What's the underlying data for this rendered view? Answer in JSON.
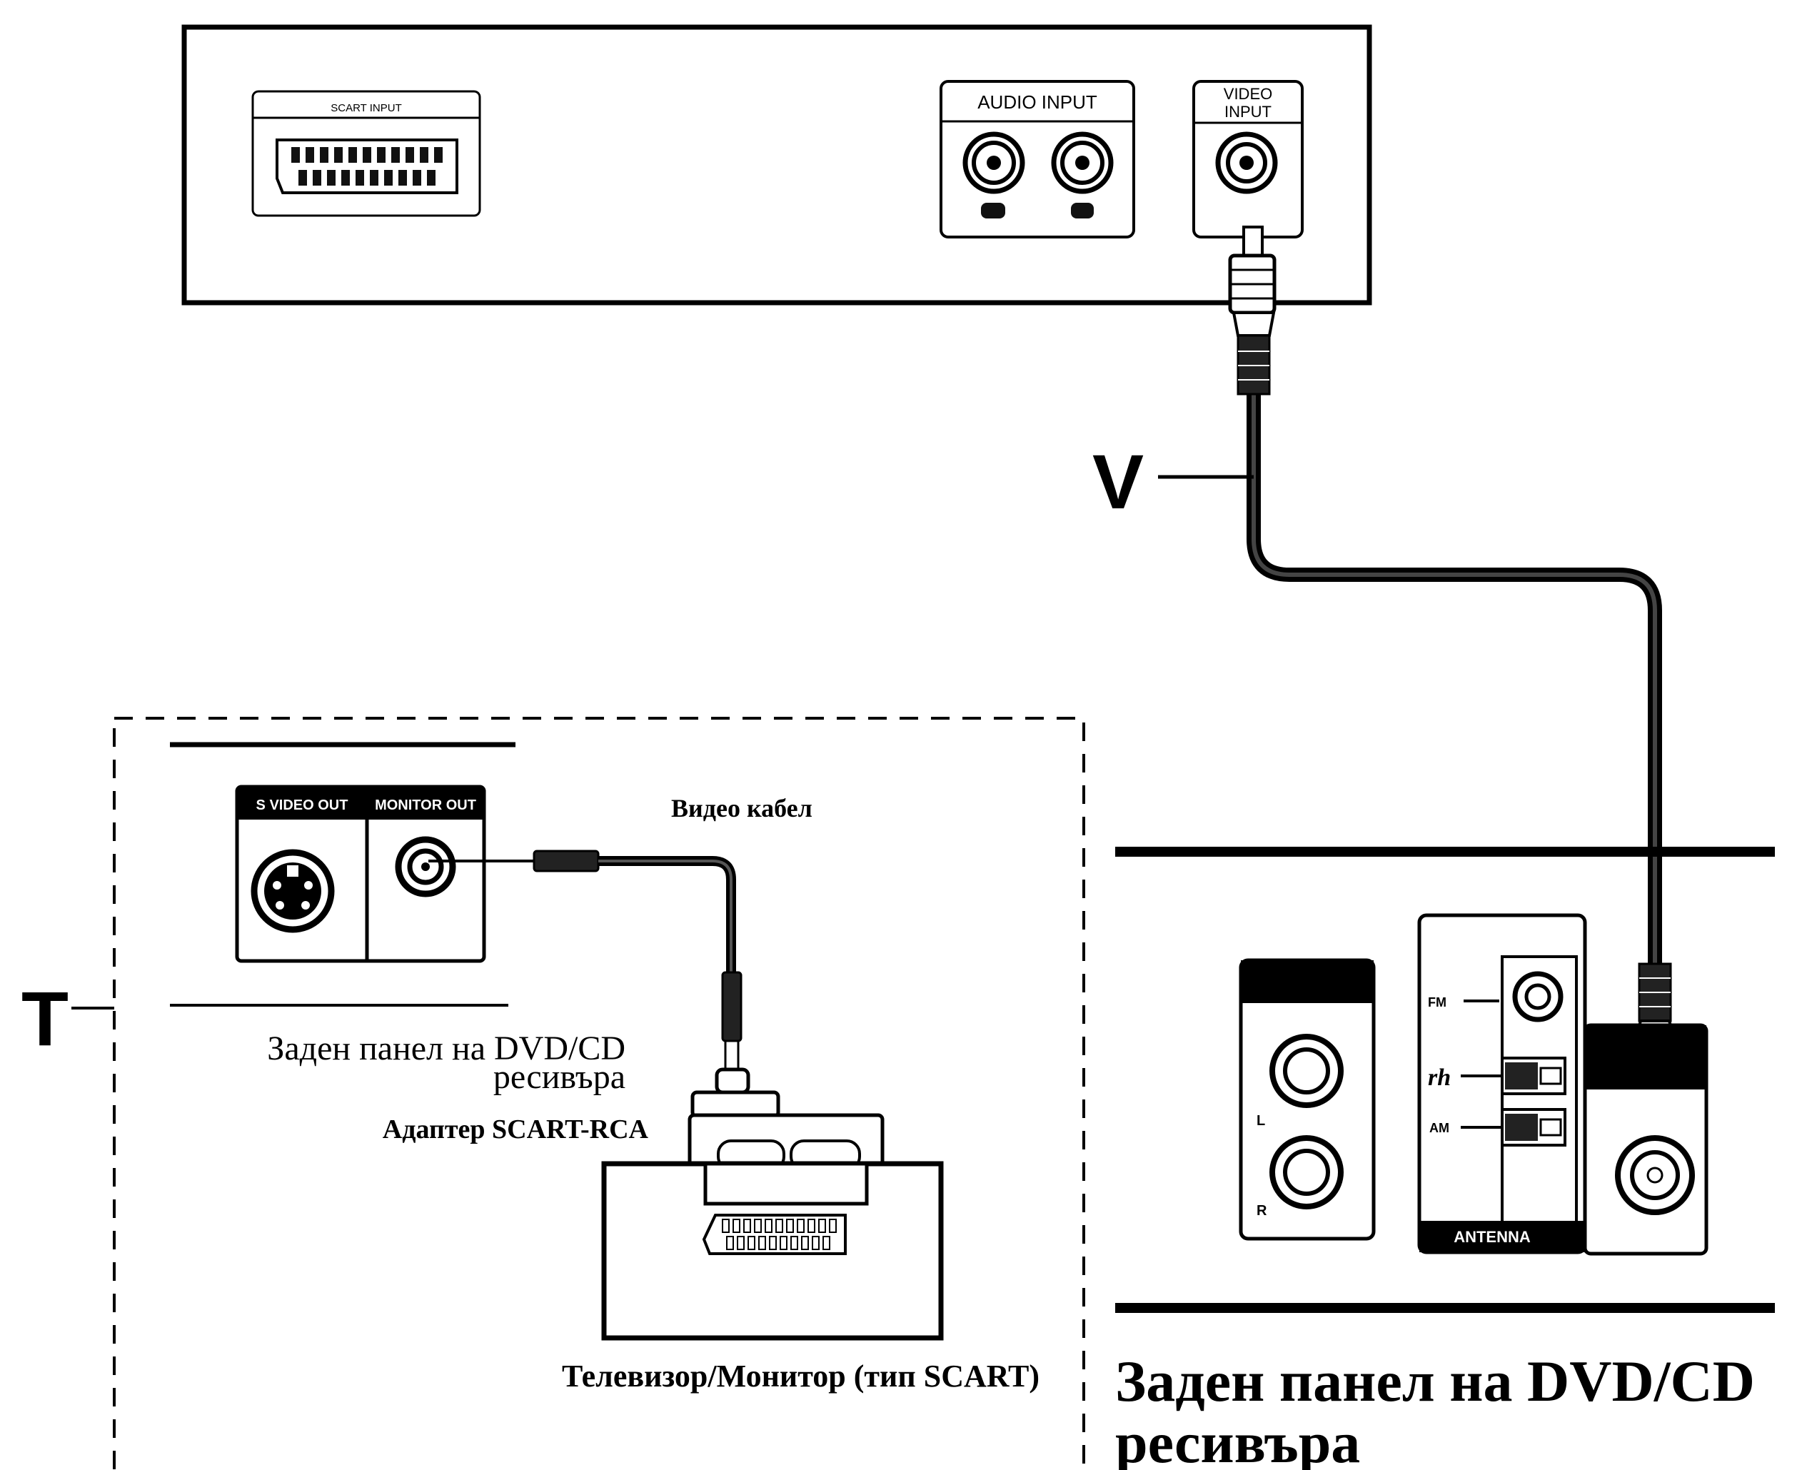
{
  "tv_panel": {
    "scart_label": "SCART INPUT",
    "audio_label": "AUDIO INPUT",
    "video_label_line1": "VIDEO",
    "video_label_line2": "INPUT"
  },
  "callouts": {
    "v": "V",
    "t": "T"
  },
  "inset": {
    "svideo_label": "S VIDEO OUT",
    "monitor_label": "MONITOR OUT",
    "cable_label": "Видео кабел",
    "panel_caption_line1": "Заден панел на DVD/CD",
    "panel_caption_line2": "ресивъра",
    "adapter_label": "Адаптер SCART-RCA",
    "tv_caption": "Телевизор/Монитор (тип SCART)"
  },
  "receiver": {
    "fm_label": "FM",
    "am_label": "AM",
    "loop_symbol": "rh",
    "antenna_label": "ANTENNA",
    "left_label": "L",
    "right_label": "R",
    "caption_line1": "Заден панел на DVD/CD",
    "caption_line2": "ресивъра"
  }
}
